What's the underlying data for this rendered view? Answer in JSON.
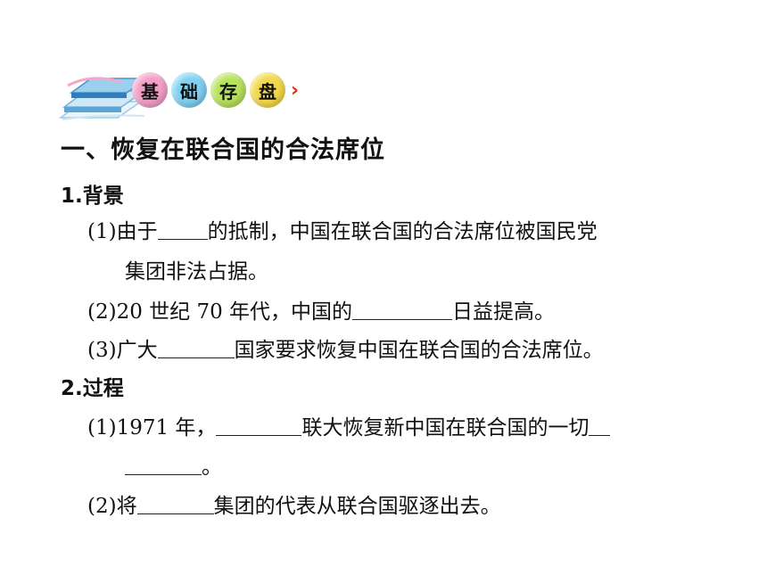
{
  "logo": {
    "chars": [
      "基",
      "础",
      "存",
      "盘"
    ],
    "colors": [
      "#f29ec7",
      "#7fd0f2",
      "#b8e25c",
      "#f3d84a"
    ],
    "arrow": "›",
    "icon": "book-stack-icon"
  },
  "section": {
    "title": "一、恢复在联合国的合法席位"
  },
  "background": {
    "heading": "1.背景",
    "item1_a": "(1)由于",
    "item1_b": "的抵制，中国在联合国的合法席位被国民党",
    "item1_c": "集团非法占据。",
    "item2_a": "(2)20 世纪 70 年代，中国的",
    "item2_b": "日益提高。",
    "item3_a": "(3)广大",
    "item3_b": "国家要求恢复中国在联合国的合法席位。"
  },
  "process": {
    "heading": "2.过程",
    "item1_a": "(1)1971 年，",
    "item1_b": "联大恢复新中国在联合国的一切",
    "item1_c": "。",
    "item2_a": "(2)将",
    "item2_b": "集团的代表从联合国驱逐出去。"
  }
}
